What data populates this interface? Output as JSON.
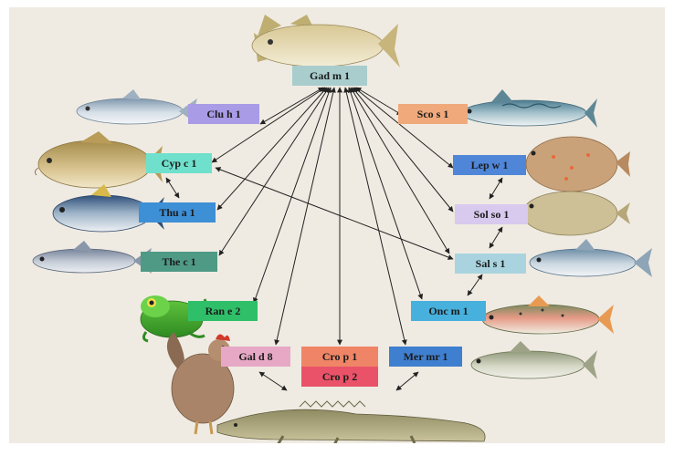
{
  "allergens": {
    "gad": "Gad m 1",
    "clu": "Clu h 1",
    "sco": "Sco s 1",
    "cyp": "Cyp c 1",
    "lep": "Lep w 1",
    "thu": "Thu a 1",
    "sol": "Sol so 1",
    "the": "The c 1",
    "sal": "Sal s 1",
    "ran": "Ran e 2",
    "onc": "Onc m 1",
    "gal": "Gal d 8",
    "cro1": "Cro p 1",
    "cro2": "Cro p 2",
    "mer": "Mer mr 1"
  },
  "colors": {
    "gad": "#a9cccd",
    "clu": "#a99be6",
    "sco": "#f0a97b",
    "cyp": "#6fe0cc",
    "lep": "#4f86d8",
    "thu": "#3d8fd6",
    "sol": "#d8c9ee",
    "the": "#4f9a85",
    "sal": "#a9d4df",
    "ran": "#2fbf69",
    "onc": "#47b0dc",
    "gal": "#e7a8c6",
    "cro1": "#ef8566",
    "cro2": "#e95268",
    "mer": "#3f7fcf"
  },
  "icons": [
    "cod-fish",
    "herring-fish",
    "mackerel-fish",
    "carp-fish",
    "flounder-fish",
    "tuna-fish",
    "sole-fish",
    "alaska-pollock-fish",
    "salmon-fish",
    "frog",
    "trout-fish",
    "chicken",
    "hake-fish",
    "crocodile"
  ]
}
